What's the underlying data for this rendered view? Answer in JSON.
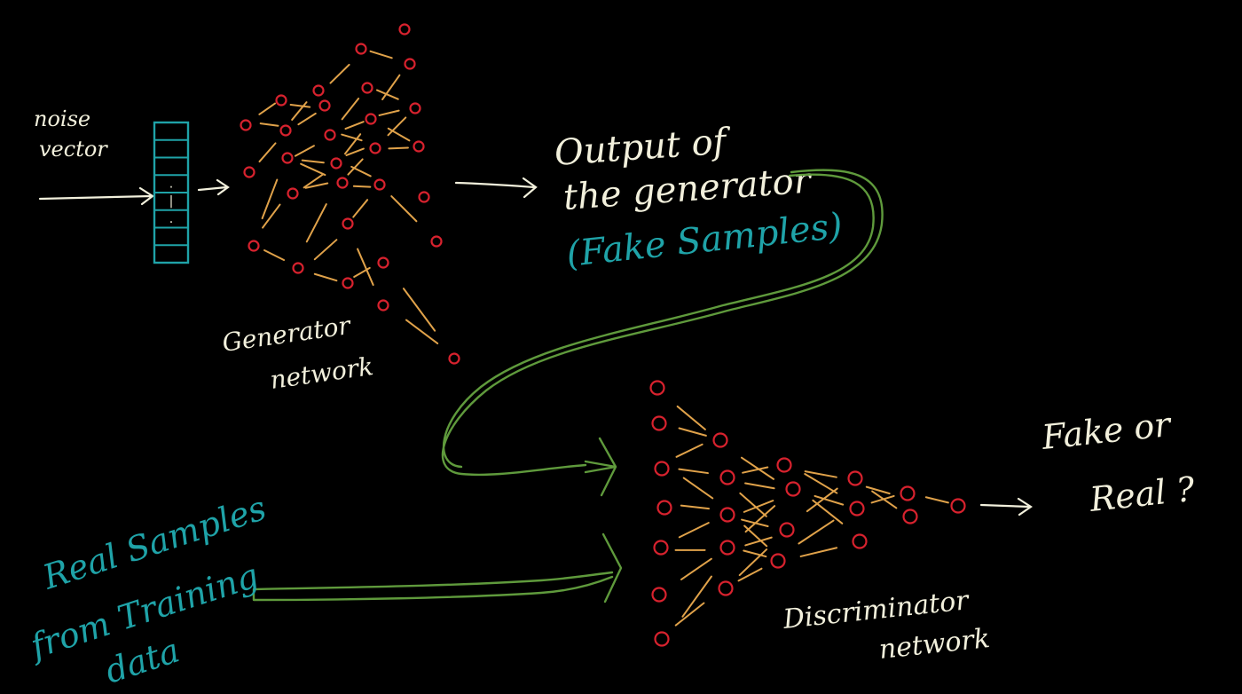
{
  "colors": {
    "background": "#000000",
    "chalk": "#f2f0dc",
    "teal": "#1fa3a8",
    "node": "#d8222e",
    "edge": "#e0a24a",
    "flow": "#5f9a3c"
  },
  "labels": {
    "noise_line1": "noise",
    "noise_line2": "vector",
    "generator_line1": "Generator",
    "generator_line2": "network",
    "output_line1": "Output of",
    "output_line2": "the generator",
    "fake_samples": "(Fake Samples)",
    "discriminator_line1": "Discriminator",
    "discriminator_line2": "network",
    "result_line1": "Fake or",
    "result_line2": "Real ?",
    "real_line1": "Real Samples",
    "real_line2": "from Training",
    "real_line3": "data"
  },
  "noise_vector": {
    "cell_marks": [
      "",
      "",
      "",
      ".",
      "|",
      ".",
      "",
      ""
    ]
  },
  "icons": {
    "noise_vector": "vertical-vector-bar",
    "flow_arrow": "hand-drawn-arrow"
  }
}
